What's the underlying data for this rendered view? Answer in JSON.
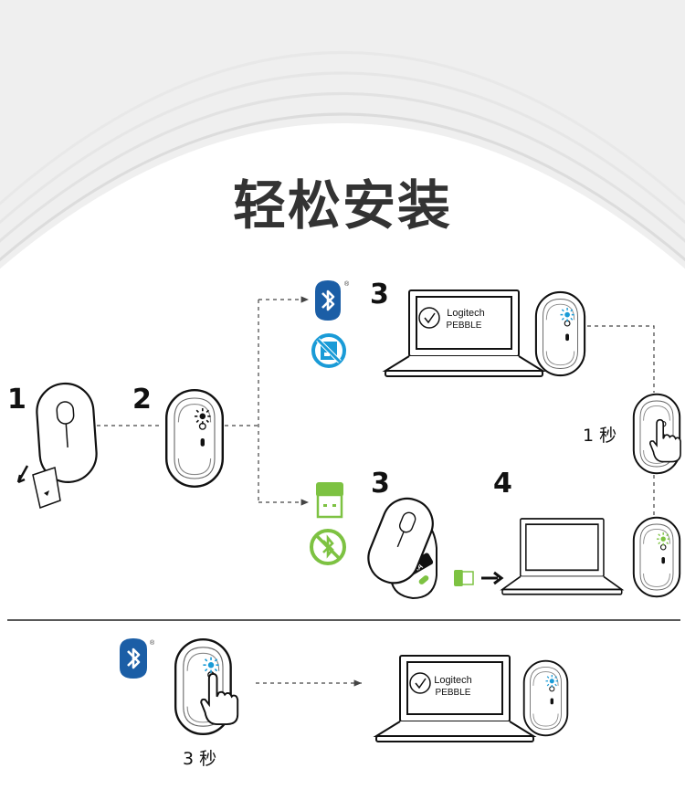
{
  "title": "轻松安装",
  "steps": {
    "s1": "1",
    "s2": "2",
    "s3_bt": "3",
    "s3_usb": "3",
    "s4": "4"
  },
  "laptop_screen": {
    "brand": "Logitech",
    "model": "PEBBLE"
  },
  "hold_top": "1 秒",
  "hold_bottom": "3 秒",
  "battery_label": "AA",
  "registered_mark": "®",
  "colors": {
    "bluetooth_blue": "#1b5ea6",
    "led_blue": "#1a9bd7",
    "receiver_green": "#7dc242",
    "text": "#222222"
  },
  "icons": [
    "bluetooth-icon",
    "no-receiver-icon",
    "usb-receiver-icon",
    "no-bluetooth-icon",
    "mouse-icon",
    "laptop-icon",
    "hand-press-icon"
  ]
}
